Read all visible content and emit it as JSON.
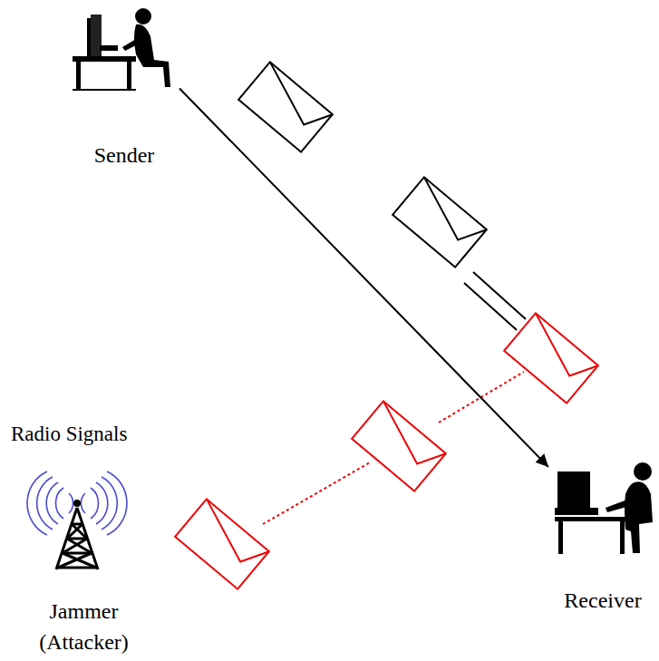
{
  "diagram": {
    "nodes": [
      {
        "text": [
          "Sender"
        ]
      },
      {
        "text": [
          "Receiver"
        ]
      },
      {
        "text": [
          "Jammer (Attacker)"
        ]
      }
    ],
    "edges": [
      {
        "from": 0,
        "to": 1,
        "arrow": "to"
      }
    ],
    "labels": [
      "Radio Signals"
    ]
  }
}
